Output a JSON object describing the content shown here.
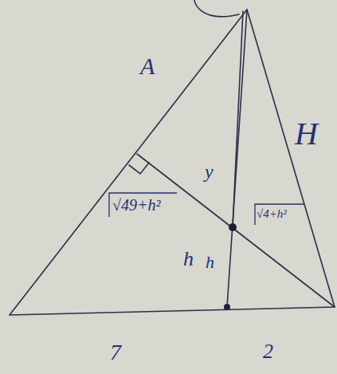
{
  "diagram": {
    "labels": [
      "A",
      "H",
      "y",
      "h",
      "h",
      "√49+h²",
      "√4+h²",
      "7",
      "2"
    ]
  }
}
